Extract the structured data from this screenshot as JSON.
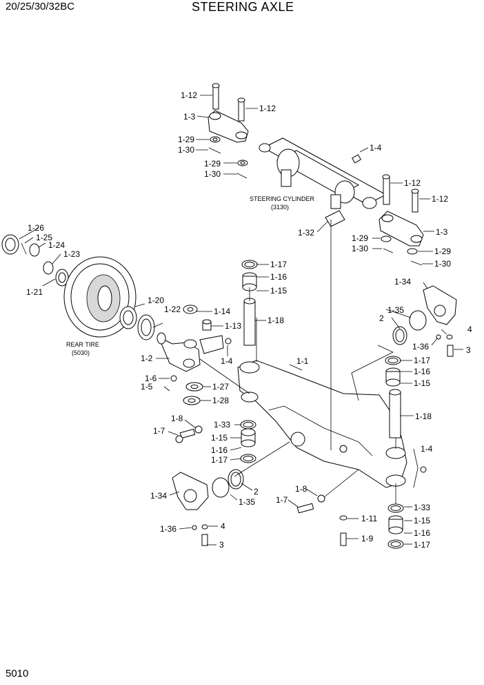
{
  "header": {
    "model": "20/25/30/32BC",
    "title": "STEERING AXLE"
  },
  "footer": {
    "page_number": "5010"
  },
  "captions": {
    "steering_cylinder": "STEERING CYLINDER",
    "steering_cylinder_ref": "(3130)",
    "rear_tire": "REAR TIRE",
    "rear_tire_ref": "(5030)"
  },
  "callouts": [
    "1-12",
    "1-12",
    "1-3",
    "1-29",
    "1-30",
    "1-29",
    "1-30",
    "1-4",
    "1-12",
    "1-12",
    "1-3",
    "1-29",
    "1-30",
    "1-29",
    "1-30",
    "1-32",
    "1-26",
    "1-25",
    "1-24",
    "1-23",
    "1-21",
    "1-20",
    "1-22",
    "1-14",
    "1-13",
    "1-4",
    "1-2",
    "1-6",
    "1-5",
    "1-27",
    "1-28",
    "1-17",
    "1-16",
    "1-15",
    "1-18",
    "1-1",
    "1-34",
    "1-35",
    "2",
    "4",
    "1-36",
    "3",
    "1-17",
    "1-16",
    "1-15",
    "1-18",
    "1-8",
    "1-7",
    "1-33",
    "1-15",
    "1-16",
    "1-17",
    "1-34",
    "2",
    "1-35",
    "1-36",
    "4",
    "3",
    "1-4",
    "1-8",
    "1-7",
    "1-11",
    "1-9",
    "1-33",
    "1-15",
    "1-16",
    "1-17"
  ]
}
